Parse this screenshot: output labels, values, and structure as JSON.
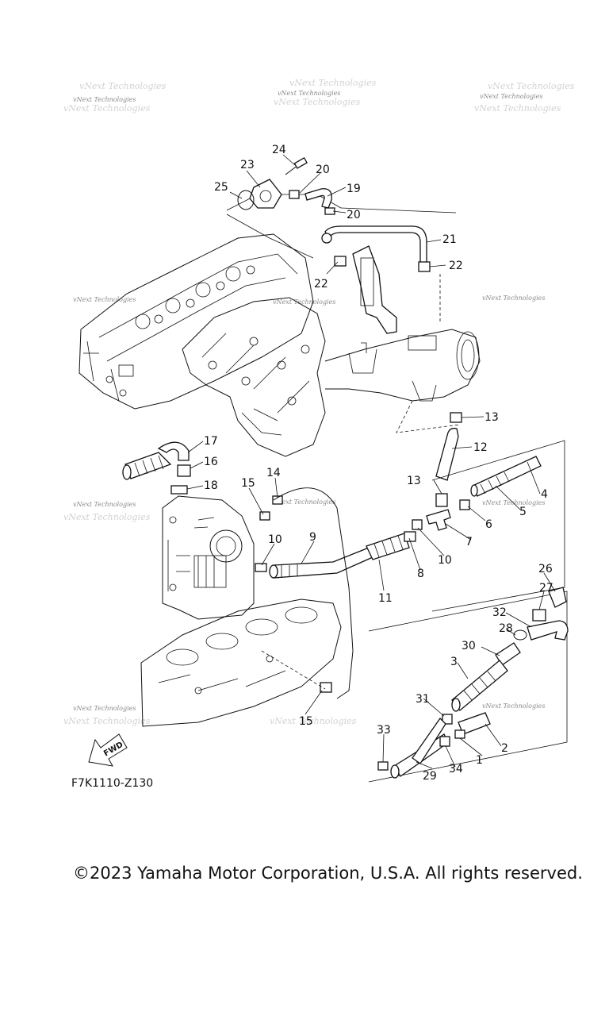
{
  "watermark": "vNext Technologies",
  "diagram_code": "F7K1110-Z130",
  "forward_marker": "FWD",
  "copyright": "©2023 Yamaha Motor Corporation, U.S.A. All rights reserved.",
  "callouts": [
    "1",
    "2",
    "3",
    "4",
    "5",
    "6",
    "7",
    "8",
    "9",
    "10",
    "10",
    "11",
    "12",
    "13",
    "13",
    "14",
    "15",
    "15",
    "16",
    "17",
    "18",
    "19",
    "20",
    "20",
    "21",
    "22",
    "22",
    "23",
    "24",
    "25",
    "26",
    "27",
    "28",
    "29",
    "30",
    "31",
    "32",
    "33",
    "34"
  ]
}
